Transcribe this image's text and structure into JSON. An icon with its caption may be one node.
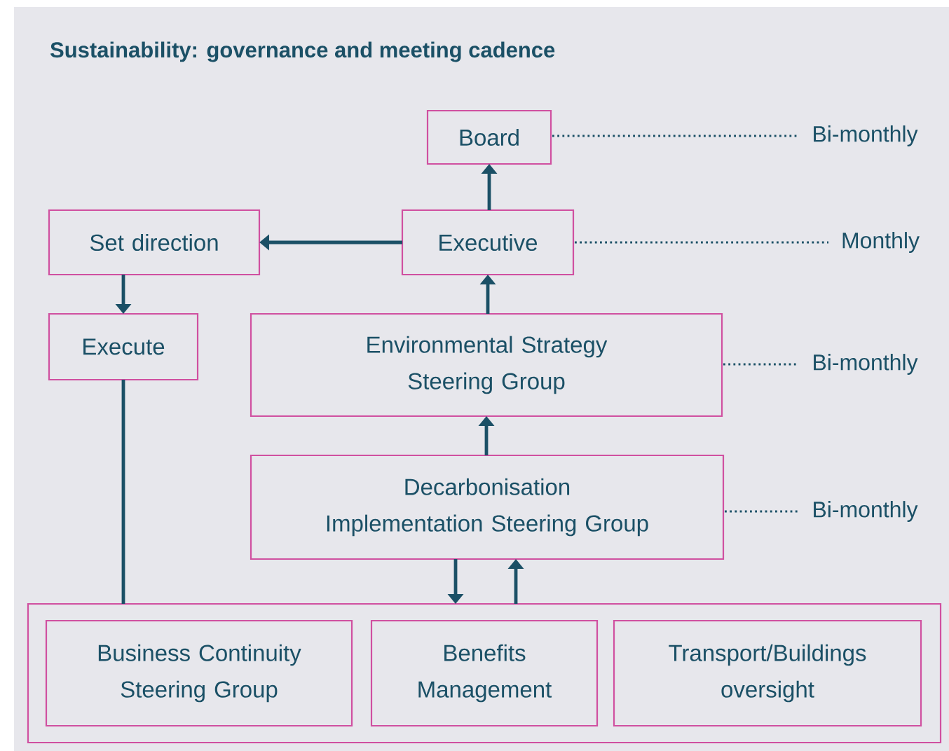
{
  "diagram": {
    "title": "Sustainability: governance and meeting cadence",
    "nodes": [
      {
        "text": [
          "Board"
        ]
      },
      {
        "text": [
          "Set direction"
        ]
      },
      {
        "text": [
          "Executive"
        ]
      },
      {
        "text": [
          "Execute"
        ]
      },
      {
        "text": [
          "Environmental Strategy Steering Group"
        ]
      },
      {
        "text": [
          "Decarbonisation Implementation Steering Group"
        ]
      },
      {
        "text": [],
        "shape": "box"
      },
      {
        "text": [
          "Business Continuity Steering Group"
        ],
        "in": 6
      },
      {
        "text": [
          "Benefits Management"
        ],
        "in": 6
      },
      {
        "text": [
          "Transport/Buildings oversight"
        ],
        "in": 6
      },
      {
        "text": [
          "Bi-monthly"
        ]
      },
      {
        "text": [
          "Monthly"
        ]
      },
      {
        "text": [
          "Bi-monthly"
        ]
      },
      {
        "text": [
          "Bi-monthly"
        ]
      }
    ],
    "edges": [
      {
        "from": 2,
        "to": 0,
        "arrow": "to"
      },
      {
        "from": 2,
        "to": 1,
        "arrow": "to"
      },
      {
        "from": 1,
        "to": 3,
        "arrow": "to"
      },
      {
        "from": 4,
        "to": 2,
        "arrow": "to"
      },
      {
        "from": 5,
        "to": 4,
        "arrow": "to"
      },
      {
        "from": 5,
        "to": 6,
        "arrow": "to"
      },
      {
        "from": 6,
        "to": 5,
        "arrow": "to"
      },
      {
        "from": 3,
        "to": 6,
        "arrow": "none"
      },
      {
        "from": 0,
        "to": 10,
        "arrow": "none",
        "style": "dashed"
      },
      {
        "from": 2,
        "to": 11,
        "arrow": "none",
        "style": "dashed"
      },
      {
        "from": 4,
        "to": 12,
        "arrow": "none",
        "style": "dashed"
      },
      {
        "from": 5,
        "to": 13,
        "arrow": "none",
        "style": "dashed"
      }
    ]
  }
}
